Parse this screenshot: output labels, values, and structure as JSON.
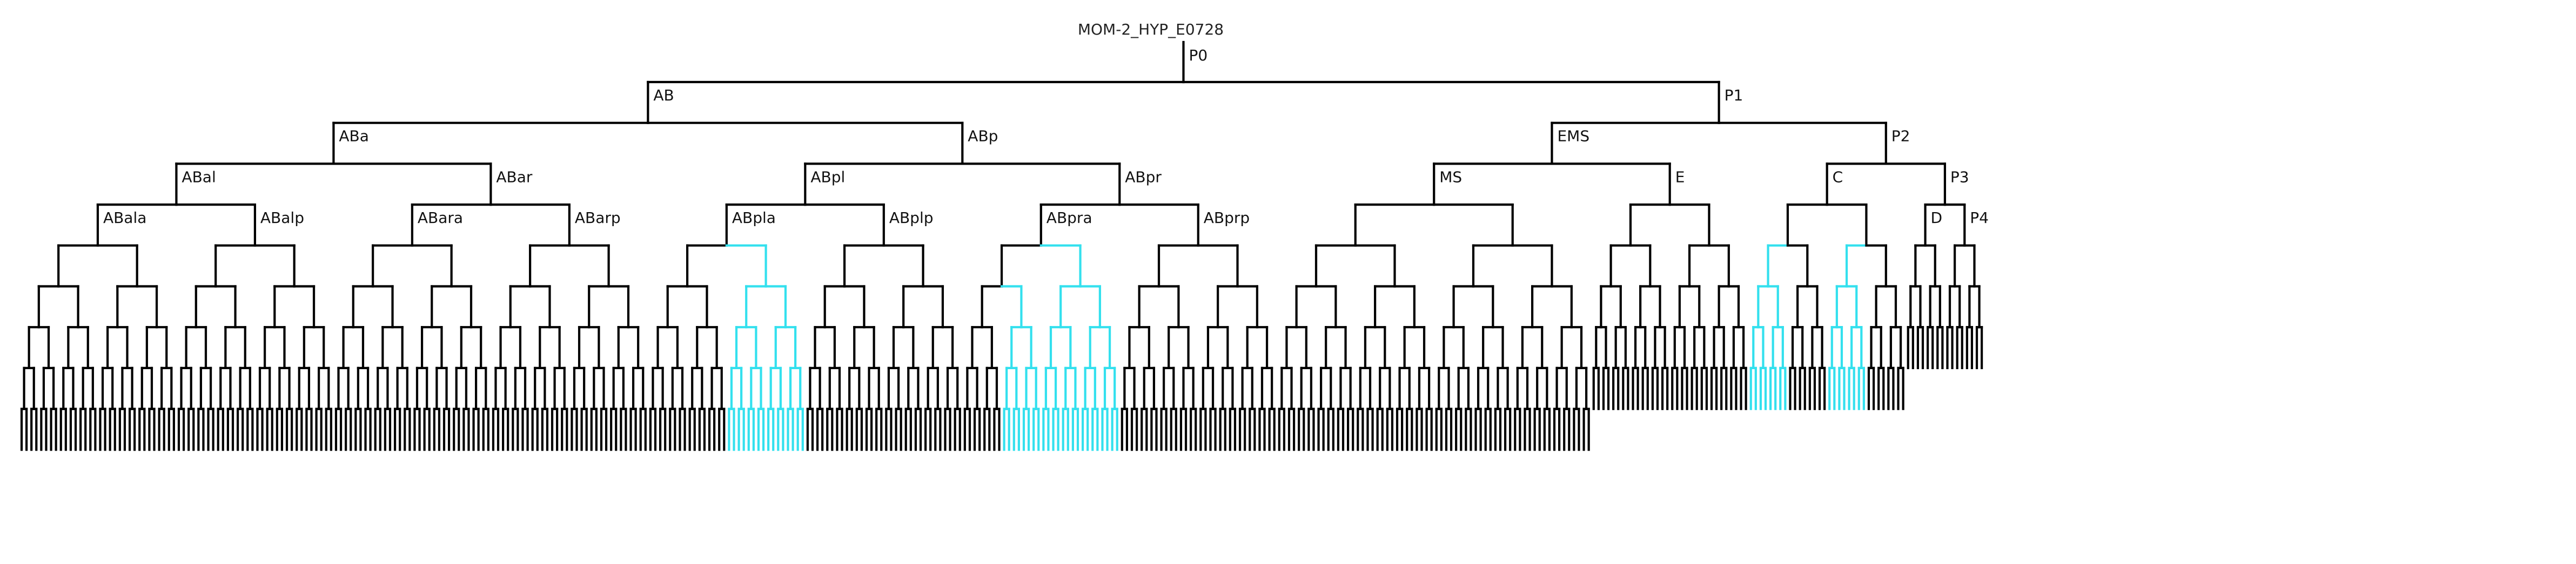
{
  "title": "MOM-2_HYP_E0728",
  "colors": {
    "normal": "#000000",
    "highlight": "#33e0ee",
    "background": "#ffffff"
  },
  "tree": {
    "root": "P0",
    "leaf_depth": 9,
    "labels": [
      "P0",
      "AB",
      "P1",
      "ABa",
      "ABp",
      "EMS",
      "P2",
      "ABal",
      "ABar",
      "ABpl",
      "ABpr",
      "MS",
      "E",
      "C",
      "P3",
      "ABala",
      "ABalp",
      "ABara",
      "ABarp",
      "ABpla",
      "ABplp",
      "ABpra",
      "ABprp",
      "D",
      "P4"
    ],
    "short_branches": [
      {
        "lineage": "E",
        "leaf_depth": 8
      },
      {
        "lineage": "C",
        "leaf_depth": 8
      },
      {
        "lineage": "D",
        "leaf_depth": 7
      },
      {
        "lineage": "P4",
        "leaf_depth": 7
      }
    ],
    "highlighted_branches": [
      "ABplap",
      "ABpraap",
      "ABprap",
      "Caa",
      "Cpa"
    ]
  }
}
